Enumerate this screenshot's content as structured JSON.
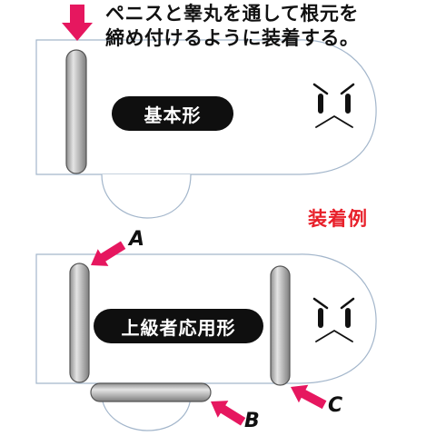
{
  "instruction": {
    "line1": "ペニスと睾丸を通して根元を",
    "line2": "締め付けるように装着する。"
  },
  "labels": {
    "basic": "基本形",
    "advanced": "上級者応用形",
    "example": "装着例"
  },
  "ring_markers": {
    "a": "A",
    "b": "B",
    "c": "C"
  },
  "colors": {
    "arrow": "#e6175f",
    "example_text": "#e8202a",
    "label_bg": "#0f0f0f",
    "outline": "#9fb2c8",
    "ring": "#b9b9b9"
  }
}
